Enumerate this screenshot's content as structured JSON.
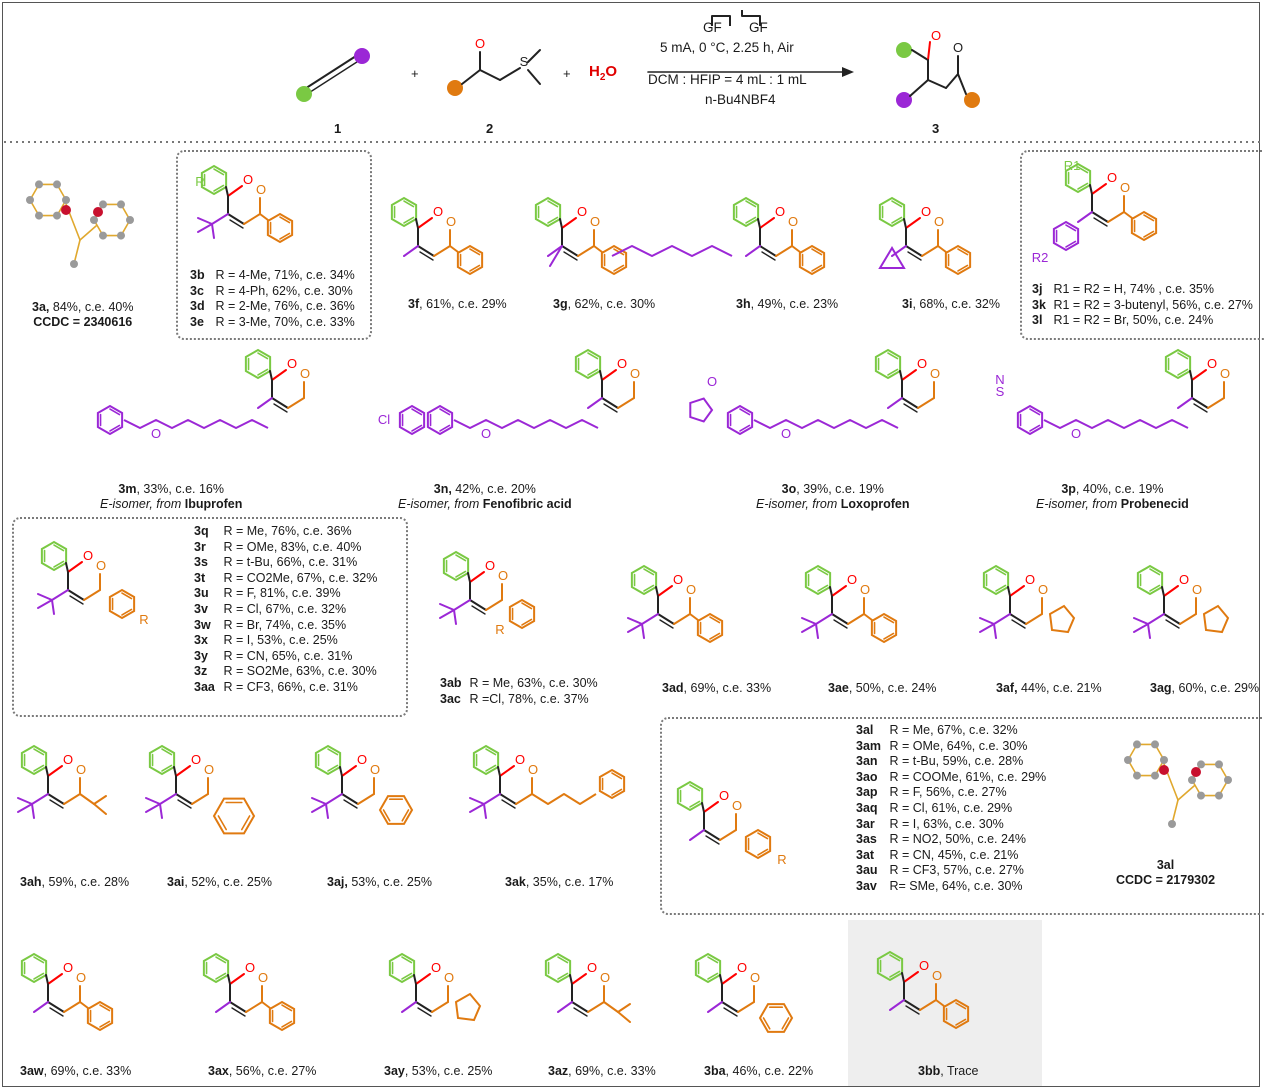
{
  "reaction": {
    "reactant_1": "1",
    "reactant_2": "2",
    "product": "3",
    "water": "H2O",
    "electrodes": [
      "GF",
      "GF"
    ],
    "condition_1": "5 mA, 0 °C, 2.25 h, Air",
    "condition_2": "DCM : HFIP = 4 mL : 1 mL",
    "condition_3": "n-Bu4NBF4"
  },
  "compounds": {
    "c3a": {
      "id": "3a,",
      "text": " 84%, c.e. 40%",
      "ccdc": "CCDC = 2340616"
    },
    "box_b": [
      {
        "id": "3b",
        "text": "R = 4-Me, 71%, c.e. 34%"
      },
      {
        "id": "3c",
        "text": "R = 4-Ph, 62%, c.e. 30%"
      },
      {
        "id": "3d",
        "text": "R = 2-Me, 76%, c.e. 36%"
      },
      {
        "id": "3e",
        "text": "R = 3-Me, 70%, c.e. 33%"
      }
    ],
    "c3f": {
      "id": "3f",
      "text": ", 61%, c.e. 29%"
    },
    "c3g": {
      "id": "3g",
      "text": ", 62%, c.e. 30%"
    },
    "c3h": {
      "id": "3h",
      "text": ", 49%, c.e. 23%"
    },
    "c3i": {
      "id": "3i",
      "text": ", 68%, c.e. 32%"
    },
    "box_j": [
      {
        "id": "3j",
        "text": "R1 = R2 = H, 74% , c.e. 35%"
      },
      {
        "id": "3k",
        "text": "R1 = R2 = 3-butenyl, 56%, c.e. 27%"
      },
      {
        "id": "3l",
        "text": "R1 = R2 = Br, 50%, c.e. 24%"
      }
    ],
    "c3m": {
      "id": "3m",
      "text": ", 33%, c.e. 16%",
      "sub": "E-isomer, from ",
      "drug": "Ibuprofen"
    },
    "c3n": {
      "id": "3n,",
      "text": " 42%, c.e. 20%",
      "sub": "E-isomer, from ",
      "drug": "Fenofibric acid"
    },
    "c3o": {
      "id": "3o",
      "text": ", 39%, c.e. 19%",
      "sub": "E-isomer, from ",
      "drug": "Loxoprofen"
    },
    "c3p": {
      "id": "3p",
      "text": ", 40%, c.e. 19%",
      "sub": "E-isomer, from ",
      "drug": "Probenecid"
    },
    "box_q": [
      {
        "id": "3q",
        "text": "R = Me, 76%, c.e. 36%"
      },
      {
        "id": "3r",
        "text": "R = OMe, 83%, c.e. 40%"
      },
      {
        "id": "3s",
        "text": "R = t-Bu, 66%, c.e. 31%"
      },
      {
        "id": "3t",
        "text": "R = CO2Me, 67%, c.e. 32%"
      },
      {
        "id": "3u",
        "text": "R = F, 81%, c.e. 39%"
      },
      {
        "id": "3v",
        "text": "R = Cl, 67%, c.e. 32%"
      },
      {
        "id": "3w",
        "text": "R = Br, 74%, c.e. 35%"
      },
      {
        "id": "3x",
        "text": "R = I, 53%, c.e. 25%"
      },
      {
        "id": "3y",
        "text": "R = CN, 65%, c.e. 31%"
      },
      {
        "id": "3z",
        "text": "R = SO2Me, 63%, c.e. 30%"
      },
      {
        "id": "3aa",
        "text": "R = CF3, 66%, c.e. 31%"
      }
    ],
    "c3ab": {
      "id": "3ab",
      "text": "R = Me, 63%, c.e. 30%"
    },
    "c3ac": {
      "id": "3ac",
      "text": "R =Cl, 78%, c.e. 37%"
    },
    "c3ad": {
      "id": "3ad",
      "text": ", 69%, c.e. 33%"
    },
    "c3ae": {
      "id": "3ae",
      "text": ", 50%, c.e. 24%"
    },
    "c3af": {
      "id": "3af,",
      "text": " 44%, c.e. 21%"
    },
    "c3ag": {
      "id": "3ag",
      "text": ", 60%, c.e. 29%"
    },
    "c3ah": {
      "id": "3ah",
      "text": ", 59%, c.e. 28%"
    },
    "c3ai": {
      "id": "3ai",
      "text": ", 52%, c.e. 25%"
    },
    "c3aj": {
      "id": "3aj,",
      "text": " 53%, c.e. 25%"
    },
    "c3ak": {
      "id": "3ak",
      "text": ", 35%, c.e. 17%"
    },
    "box_al": [
      {
        "id": "3al",
        "text": "R = Me, 67%, c.e. 32%"
      },
      {
        "id": "3am",
        "text": "R = OMe, 64%, c.e. 30%"
      },
      {
        "id": "3an",
        "text": "R = t-Bu, 59%, c.e. 28%"
      },
      {
        "id": "3ao",
        "text": "R = COOMe, 61%, c.e. 29%"
      },
      {
        "id": "3ap",
        "text": "R = F, 56%, c.e. 27%"
      },
      {
        "id": "3aq",
        "text": "R = Cl, 61%, c.e. 29%"
      },
      {
        "id": "3ar",
        "text": "R = I, 63%, c.e. 30%"
      },
      {
        "id": "3as",
        "text": "R = NO2, 50%, c.e. 24%"
      },
      {
        "id": "3at",
        "text": "R = CN, 45%, c.e. 21%"
      },
      {
        "id": "3au",
        "text": "R = CF3, 57%, c.e. 27%"
      },
      {
        "id": "3av",
        "text": "R= SMe, 64%, c.e. 30%"
      }
    ],
    "c3al_xray": {
      "id": "3al",
      "ccdc": "CCDC = 2179302"
    },
    "c3aw": {
      "id": "3aw",
      "text": ", 69%, c.e. 33%"
    },
    "c3ax": {
      "id": "3ax",
      "text": ", 56%, c.e. 27%"
    },
    "c3ay": {
      "id": "3ay",
      "text": ", 53%, c.e. 25%"
    },
    "c3az": {
      "id": "3az",
      "text": ", 69%, c.e. 33%"
    },
    "c3ba": {
      "id": "3ba",
      "text": ", 46%, c.e. 22%"
    },
    "c3bb": {
      "id": "3bb",
      "text": ", Trace"
    }
  },
  "atoms": {
    "O": "O",
    "S": "S",
    "N": "N",
    "Cl": "Cl",
    "R": "R",
    "R1": "R1",
    "R2": "R2"
  },
  "colors": {
    "green": "#7ac943",
    "purple": "#9b27d6",
    "orange": "#e07a10",
    "red": "#ff0000",
    "dark": "#222222"
  }
}
